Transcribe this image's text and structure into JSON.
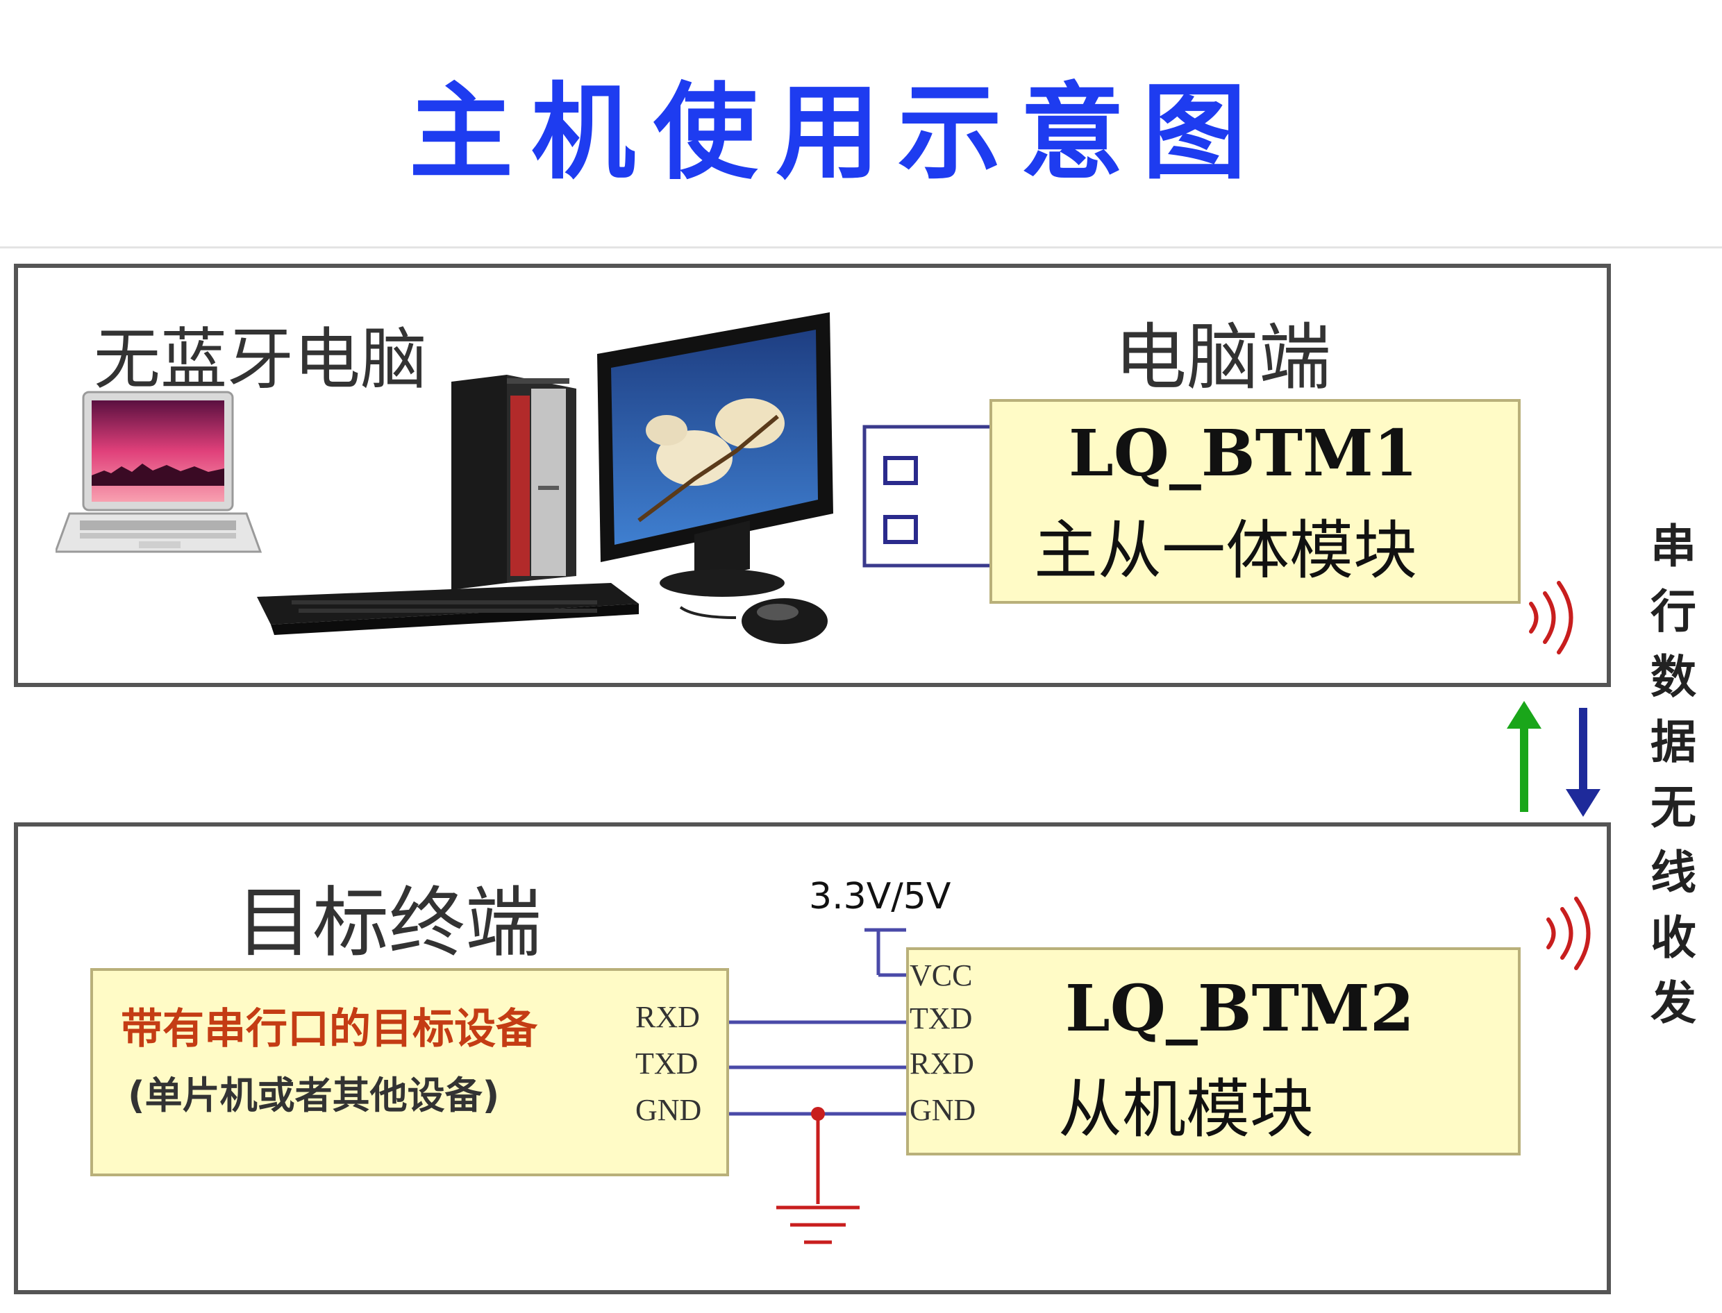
{
  "title": "主机使用示意图",
  "host": {
    "computer_label": "无蓝牙电脑",
    "side_label": "电脑端",
    "module_name": "LQ_BTM1",
    "module_desc": "主从一体模块"
  },
  "link_label": "串行数据无线收发",
  "target": {
    "side_label": "目标终端",
    "device_title": "带有串行口的目标设备",
    "device_subtitle": "(单片机或者其他设备)",
    "device_pins": [
      "RXD",
      "TXD",
      "GND"
    ],
    "supply_label": "3.3V/5V",
    "module_pins": [
      "VCC",
      "TXD",
      "RXD",
      "GND"
    ],
    "module_name": "LQ_BTM2",
    "module_desc": "从机模块"
  },
  "colors": {
    "title": "#1e3cf0",
    "module_fill": "#fffbc6",
    "wire": "#4a4aa8",
    "device_title": "#c43c14",
    "signal": "#c81e1e",
    "arrow_up": "#1aa61a",
    "arrow_down": "#1e2a9a"
  },
  "icons": [
    "laptop-icon",
    "desktop-computer-icon",
    "usb-dongle-icon",
    "wireless-signal-icon",
    "ground-symbol-icon"
  ]
}
